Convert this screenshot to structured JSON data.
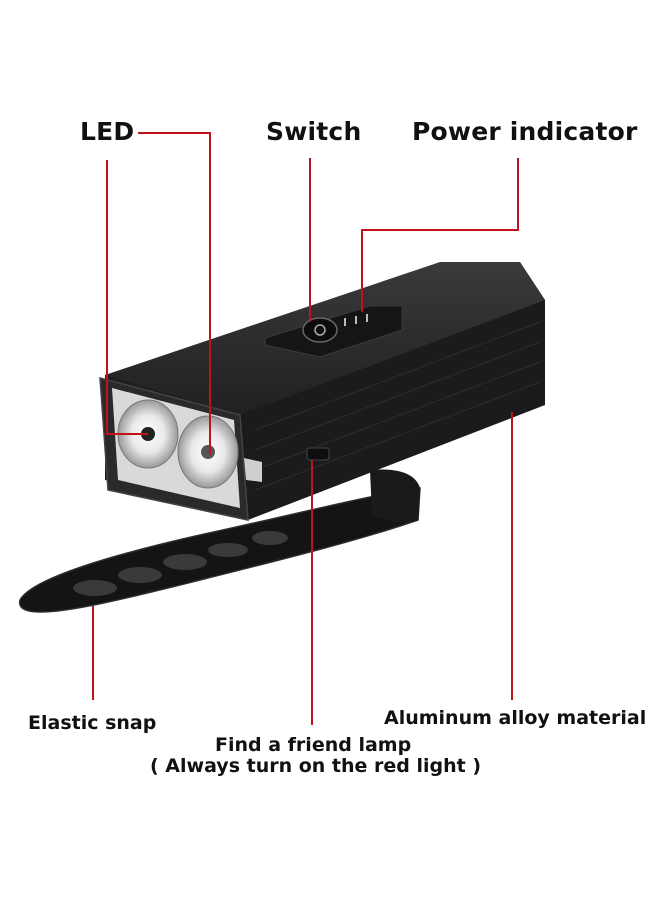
{
  "labels": {
    "led": "LED",
    "switch": "Switch",
    "power_indicator": "Power indicator",
    "elastic_snap": "Elastic snap",
    "aluminum": "Aluminum alloy material",
    "friend_lamp_line1": "Find a friend lamp",
    "friend_lamp_line2": "( Always turn on the red light )"
  },
  "colors": {
    "leader_line": "#c0121b",
    "body": "#1c1c1e",
    "text": "#111111"
  }
}
